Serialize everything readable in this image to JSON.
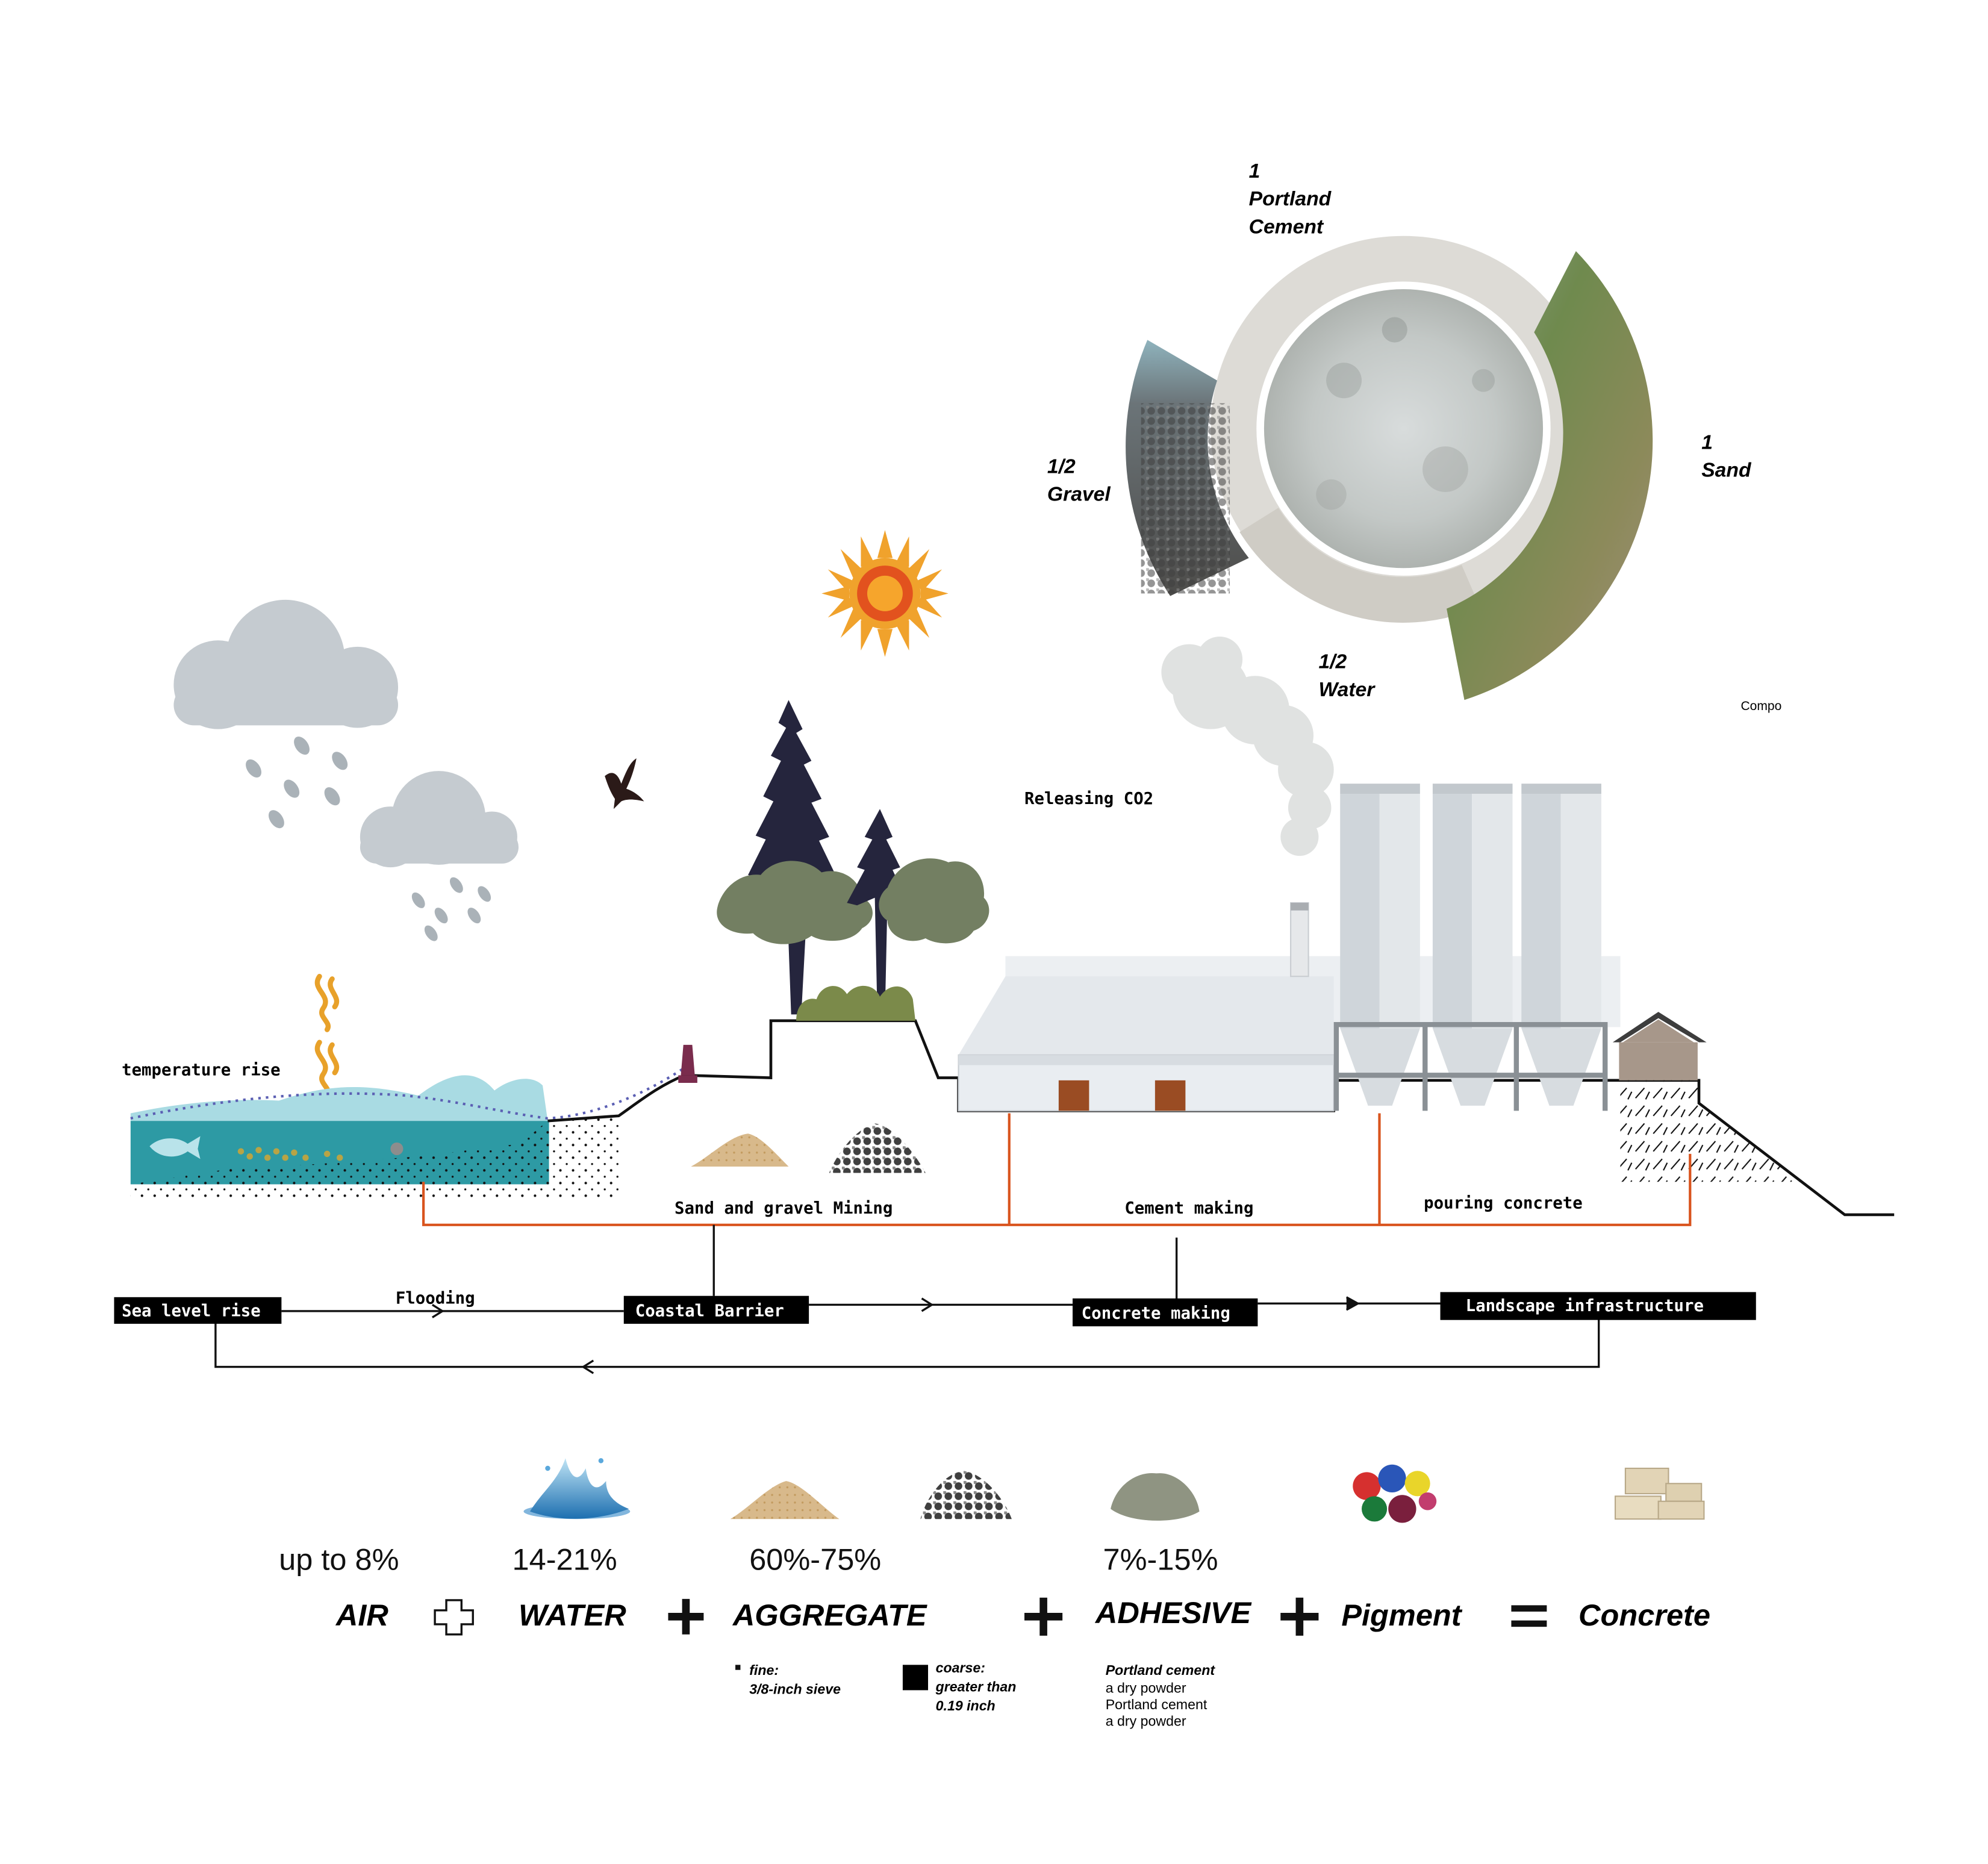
{
  "composition": {
    "portland_cement": [
      "1",
      "Portland",
      "Cement"
    ],
    "sand": [
      "1",
      "Sand"
    ],
    "gravel": [
      "1/2",
      "Gravel"
    ],
    "water": [
      "1/2",
      "Water"
    ],
    "caption": "Compo"
  },
  "scene_labels": {
    "temperature_rise": "temperature rise",
    "releasing_co2": "Releasing CO2",
    "sand_gravel_mining": "Sand and gravel Mining",
    "cement_making": "Cement making",
    "pouring_concrete": "pouring concrete"
  },
  "flow": {
    "sea_level_rise": "Sea level rise",
    "flooding": "Flooding",
    "coastal_barrier": "Coastal Barrier",
    "concrete_making": "Concrete making",
    "landscape_infrastructure": "Landscape infrastructure"
  },
  "recipe": {
    "air": {
      "pct": "up to 8%",
      "name": "AIR"
    },
    "water": {
      "pct": "14-21%",
      "name": "WATER"
    },
    "aggregate": {
      "pct": "60%-75%",
      "name": "AGGREGATE"
    },
    "adhesive": {
      "pct": "7%-15%",
      "name": "ADHESIVE"
    },
    "pigment": {
      "name": "Pigment"
    },
    "concrete": {
      "name": "Concrete"
    },
    "fine_note": [
      "fine:",
      "3/8-inch sieve"
    ],
    "coarse_note": [
      "coarse:",
      "greater than",
      "0.19 inch"
    ],
    "adhesive_note": [
      "Portland cement",
      "a dry powder",
      "Portland cement",
      "a dry powder"
    ]
  },
  "colors": {
    "orange_line": "#d9541e",
    "cloud": "#c5cbd0",
    "sea_dark": "#2d9aa4",
    "sea_light": "#a9dbe3",
    "tree_dark": "#25253d",
    "tree_green": "#737f62",
    "factory": "#e9edf1",
    "silo": "#cfd5da"
  }
}
